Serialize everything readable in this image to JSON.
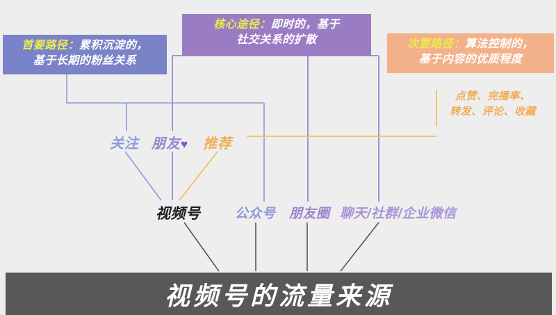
{
  "diagram": {
    "background_color": "#eeeeee",
    "callouts": [
      {
        "id": "primary",
        "lead": "首要路径：",
        "body": "累积沉淀的，",
        "body2": "基于长期的粉丝关系",
        "bg_color": "#7a82c8",
        "lead_color": "#ecec4e",
        "text_color": "#ffffff"
      },
      {
        "id": "core",
        "lead": "核心途径：",
        "body": "即时的，基于",
        "body2": "社交关系的扩散",
        "bg_color": "#9a7cc4",
        "lead_color": "#ecec4e",
        "text_color": "#ffffff"
      },
      {
        "id": "secondary",
        "lead": "次要路径：",
        "body": "算法控制的，",
        "body2": "基于内容的优质程度",
        "bg_color": "#f3b189",
        "lead_color": "#ecec4e",
        "text_color": "#ffffff"
      }
    ],
    "metrics_note": {
      "line1": "点赞、完播率、",
      "line2": "转发、评论、收藏",
      "color": "#f0ad57"
    },
    "mid_tier": [
      {
        "id": "guanzhu",
        "label": "关注",
        "color": "#8d9ad8"
      },
      {
        "id": "pengyou",
        "label": "朋友",
        "heart": "♥",
        "color": "#9b86cf",
        "heart_color": "#8650d0"
      },
      {
        "id": "tuijian",
        "label": "推荐",
        "color": "#f0ae55"
      }
    ],
    "bottom_tier": [
      {
        "id": "shipinhao",
        "label": "视频号",
        "color": "#1c1c1c"
      },
      {
        "id": "gongzhonghao",
        "label": "公众号",
        "color": "#8d9ad8"
      },
      {
        "id": "pengyouquan",
        "label": "朋友圈",
        "color": "#9b86cf"
      },
      {
        "id": "chat",
        "label": "聊天/社群/企业微信",
        "color": "#a894d8"
      }
    ],
    "banner": {
      "title": "视频号的流量来源",
      "bg_color": "#585858",
      "text_color": "#ffffff"
    },
    "wire_colors": {
      "blue": "#8d9ad8",
      "purple": "#9b86cf",
      "orange": "#f0c060",
      "dark": "#555555"
    }
  }
}
